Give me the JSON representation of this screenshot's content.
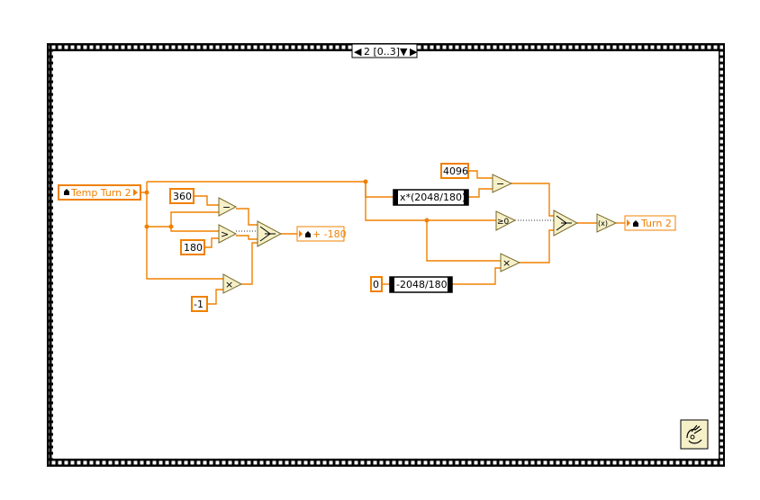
{
  "case_selector": {
    "label": "2 [0..3]",
    "prev_arrow": "◀",
    "dropdown_arrow": "▼",
    "next_arrow": "▶"
  },
  "controls": {
    "temp_turn": "Temp Turn 2"
  },
  "indicators": {
    "range": "+ -180",
    "turn": "Turn 2"
  },
  "constants": {
    "c360": "360",
    "c180": "180",
    "cneg1": "-1",
    "c4096": "4096",
    "c0": "0"
  },
  "formula_nodes": {
    "scale": "x*(2048/180)",
    "neg_scale": "-2048/180"
  },
  "primitives": {
    "subtract_glyph": "−",
    "greater_glyph": ">",
    "multiply_glyph": "×",
    "ge_zero_glyph": "≥0",
    "select_glyph": "?",
    "coerce_glyph": "(x)"
  },
  "colors": {
    "wire": "#f08000",
    "node_fill": "#f5f0c8",
    "frame": "#000000"
  },
  "icons": {
    "structure_grip": "hand-grip-icon"
  }
}
